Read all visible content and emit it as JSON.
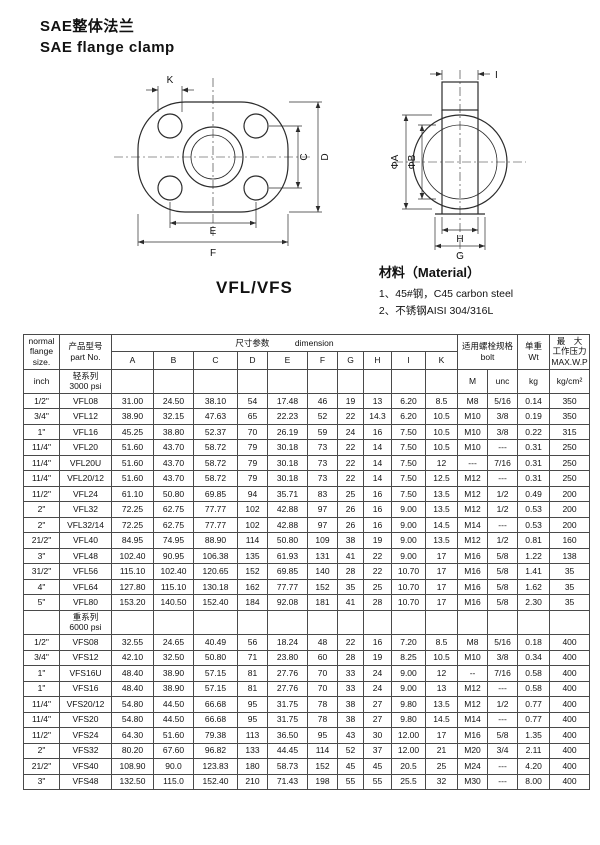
{
  "page": {
    "title_zh": "SAE整体法兰",
    "title_en": "SAE flange clamp",
    "model_label": "VFL/VFS"
  },
  "material": {
    "title": "材料（Material）",
    "item1": "1、45#钢，C45 carbon steel",
    "item2": "2、不锈钢AISI  304/316L"
  },
  "drawing": {
    "front": {
      "k": "K",
      "c": "C",
      "d": "D",
      "e": "E",
      "f": "F"
    },
    "side": {
      "i": "I",
      "phi_a": "ΦA",
      "phi_b": "ΦB",
      "h": "H",
      "g": "G"
    }
  },
  "table": {
    "headers": {
      "size_title": "normal\nflange\nsize.",
      "size_unit": "inch",
      "part_title": "产品型号\npart No.",
      "dim_title": "尺寸参数　　　dimension",
      "dim_letters": [
        "A",
        "B",
        "C",
        "D",
        "E",
        "F",
        "G",
        "H",
        "I",
        "K"
      ],
      "bolt_title": "适用螺栓规格\nbolt",
      "bolt_m": "M",
      "bolt_unc": "unc",
      "wt_title": "单重\nWt",
      "wt_unit": "kg",
      "wp_title": "最　大\n工作压力\nMAX.W.P",
      "wp_unit": "kg/cm²",
      "series_light": "轻系列\n3000 psi"
    },
    "series_heavy": "重系列\n6000 psi",
    "rows_light": [
      [
        "1/2\"",
        "VFL08",
        "31.00",
        "24.50",
        "38.10",
        "54",
        "17.48",
        "46",
        "19",
        "13",
        "6.20",
        "8.5",
        "M8",
        "5/16",
        "0.14",
        "350"
      ],
      [
        "3/4\"",
        "VFL12",
        "38.90",
        "32.15",
        "47.63",
        "65",
        "22.23",
        "52",
        "22",
        "14.3",
        "6.20",
        "10.5",
        "M10",
        "3/8",
        "0.19",
        "350"
      ],
      [
        "1\"",
        "VFL16",
        "45.25",
        "38.80",
        "52.37",
        "70",
        "26.19",
        "59",
        "24",
        "16",
        "7.50",
        "10.5",
        "M10",
        "3/8",
        "0.22",
        "315"
      ],
      [
        "11/4\"",
        "VFL20",
        "51.60",
        "43.70",
        "58.72",
        "79",
        "30.18",
        "73",
        "22",
        "14",
        "7.50",
        "10.5",
        "M10",
        "---",
        "0.31",
        "250"
      ],
      [
        "11/4\"",
        "VFL20U",
        "51.60",
        "43.70",
        "58.72",
        "79",
        "30.18",
        "73",
        "22",
        "14",
        "7.50",
        "12",
        "---",
        "7/16",
        "0.31",
        "250"
      ],
      [
        "11/4\"",
        "VFL20/12",
        "51.60",
        "43.70",
        "58.72",
        "79",
        "30.18",
        "73",
        "22",
        "14",
        "7.50",
        "12.5",
        "M12",
        "---",
        "0.31",
        "250"
      ],
      [
        "11/2\"",
        "VFL24",
        "61.10",
        "50.80",
        "69.85",
        "94",
        "35.71",
        "83",
        "25",
        "16",
        "7.50",
        "13.5",
        "M12",
        "1/2",
        "0.49",
        "200"
      ],
      [
        "2\"",
        "VFL32",
        "72.25",
        "62.75",
        "77.77",
        "102",
        "42.88",
        "97",
        "26",
        "16",
        "9.00",
        "13.5",
        "M12",
        "1/2",
        "0.53",
        "200"
      ],
      [
        "2\"",
        "VFL32/14",
        "72.25",
        "62.75",
        "77.77",
        "102",
        "42.88",
        "97",
        "26",
        "16",
        "9.00",
        "14.5",
        "M14",
        "---",
        "0.53",
        "200"
      ],
      [
        "21/2\"",
        "VFL40",
        "84.95",
        "74.95",
        "88.90",
        "114",
        "50.80",
        "109",
        "38",
        "19",
        "9.00",
        "13.5",
        "M12",
        "1/2",
        "0.81",
        "160"
      ],
      [
        "3\"",
        "VFL48",
        "102.40",
        "90.95",
        "106.38",
        "135",
        "61.93",
        "131",
        "41",
        "22",
        "9.00",
        "17",
        "M16",
        "5/8",
        "1.22",
        "138"
      ],
      [
        "31/2\"",
        "VFL56",
        "115.10",
        "102.40",
        "120.65",
        "152",
        "69.85",
        "140",
        "28",
        "22",
        "10.70",
        "17",
        "M16",
        "5/8",
        "1.41",
        "35"
      ],
      [
        "4\"",
        "VFL64",
        "127.80",
        "115.10",
        "130.18",
        "162",
        "77.77",
        "152",
        "35",
        "25",
        "10.70",
        "17",
        "M16",
        "5/8",
        "1.62",
        "35"
      ],
      [
        "5\"",
        "VFL80",
        "153.20",
        "140.50",
        "152.40",
        "184",
        "92.08",
        "181",
        "41",
        "28",
        "10.70",
        "17",
        "M16",
        "5/8",
        "2.30",
        "35"
      ]
    ],
    "rows_heavy": [
      [
        "1/2\"",
        "VFS08",
        "32.55",
        "24.65",
        "40.49",
        "56",
        "18.24",
        "48",
        "22",
        "16",
        "7.20",
        "8.5",
        "M8",
        "5/16",
        "0.18",
        "400"
      ],
      [
        "3/4\"",
        "VFS12",
        "42.10",
        "32.50",
        "50.80",
        "71",
        "23.80",
        "60",
        "28",
        "19",
        "8.25",
        "10.5",
        "M10",
        "3/8",
        "0.34",
        "400"
      ],
      [
        "1\"",
        "VFS16U",
        "48.40",
        "38.90",
        "57.15",
        "81",
        "27.76",
        "70",
        "33",
        "24",
        "9.00",
        "12",
        "--",
        "7/16",
        "0.58",
        "400"
      ],
      [
        "1\"",
        "VFS16",
        "48.40",
        "38.90",
        "57.15",
        "81",
        "27.76",
        "70",
        "33",
        "24",
        "9.00",
        "13",
        "M12",
        "---",
        "0.58",
        "400"
      ],
      [
        "11/4\"",
        "VFS20/12",
        "54.80",
        "44.50",
        "66.68",
        "95",
        "31.75",
        "78",
        "38",
        "27",
        "9.80",
        "13.5",
        "M12",
        "1/2",
        "0.77",
        "400"
      ],
      [
        "11/4\"",
        "VFS20",
        "54.80",
        "44.50",
        "66.68",
        "95",
        "31.75",
        "78",
        "38",
        "27",
        "9.80",
        "14.5",
        "M14",
        "---",
        "0.77",
        "400"
      ],
      [
        "11/2\"",
        "VFS24",
        "64.30",
        "51.60",
        "79.38",
        "113",
        "36.50",
        "95",
        "43",
        "30",
        "12.00",
        "17",
        "M16",
        "5/8",
        "1.35",
        "400"
      ],
      [
        "2\"",
        "VFS32",
        "80.20",
        "67.60",
        "96.82",
        "133",
        "44.45",
        "114",
        "52",
        "37",
        "12.00",
        "21",
        "M20",
        "3/4",
        "2.11",
        "400"
      ],
      [
        "21/2\"",
        "VFS40",
        "108.90",
        "90.0",
        "123.83",
        "180",
        "58.73",
        "152",
        "45",
        "45",
        "20.5",
        "25",
        "M24",
        "---",
        "4.20",
        "400"
      ],
      [
        "3\"",
        "VFS48",
        "132.50",
        "115.0",
        "152.40",
        "210",
        "71.43",
        "198",
        "55",
        "55",
        "25.5",
        "32",
        "M30",
        "---",
        "8.00",
        "400"
      ]
    ]
  }
}
